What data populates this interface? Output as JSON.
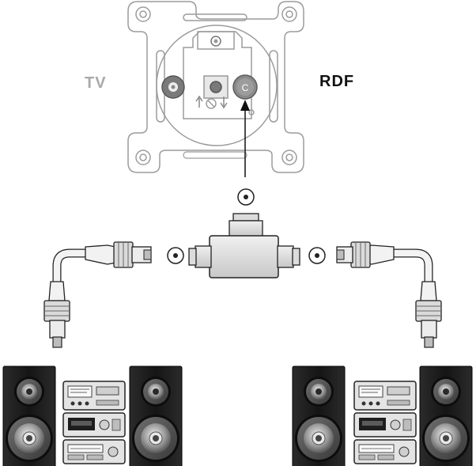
{
  "labels": {
    "tv": "TV",
    "rdf": "RDF",
    "rdf_socket_letter": "C"
  },
  "colors": {
    "outline_light": "#aaaaaa",
    "outline_dark": "#222222",
    "speaker_body": "#1c1c1c",
    "stereo_body": "#d9d9d9",
    "connector_fill": "#e6e6e6"
  },
  "icons": [
    "wall-socket-icon",
    "splitter-icon",
    "coax-cable-icon",
    "coax-plug-icon",
    "speaker-icon",
    "stereo-unit-icon",
    "arrow-up-icon"
  ]
}
